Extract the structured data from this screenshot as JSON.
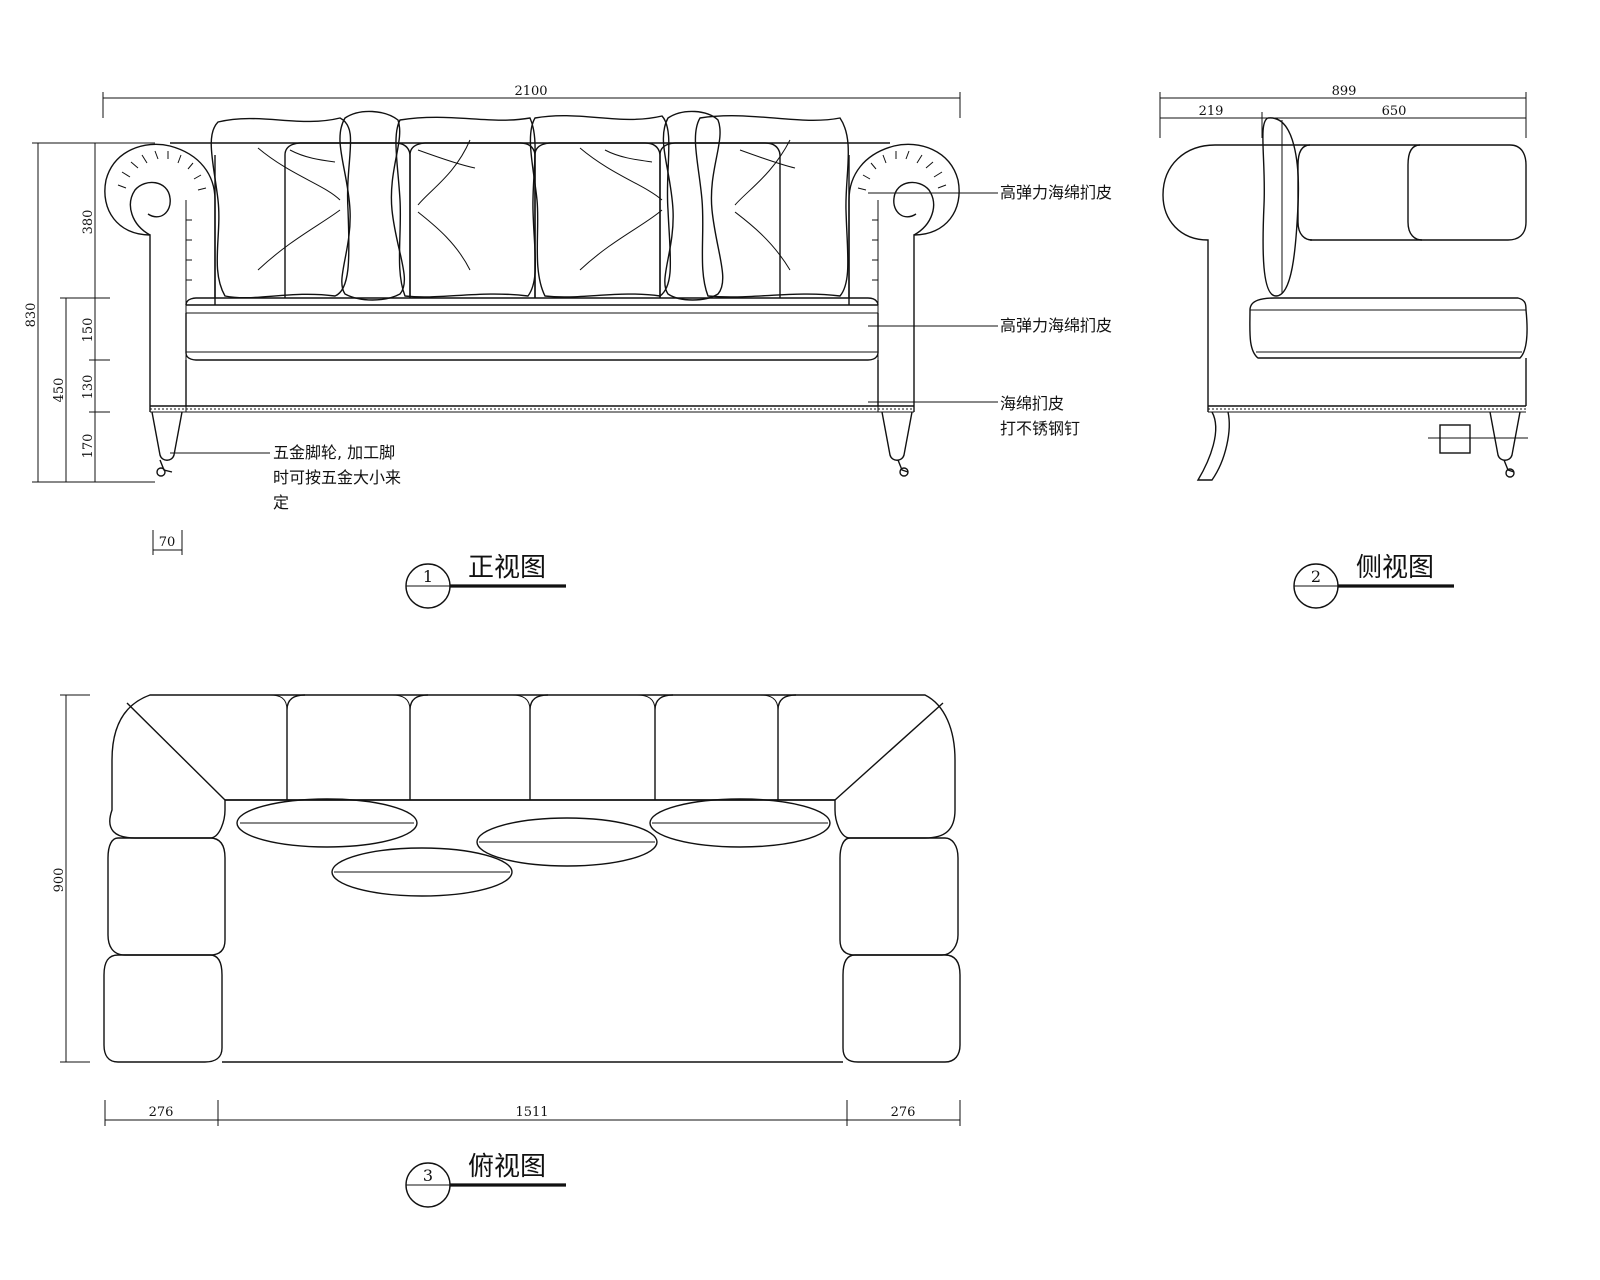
{
  "front_view": {
    "title": "正视图",
    "number": "1",
    "dims": {
      "overall_width": "2100",
      "overall_height": "830",
      "back_height": "380",
      "seat_total": "450",
      "seat_cushion": "150",
      "seat_base": "130",
      "leg_height": "170",
      "leg_offset": "70"
    },
    "notes": {
      "back_cushion": "高弹力海绵扪皮",
      "seat_cushion": "高弹力海绵扪皮",
      "base_line1": "海绵扪皮",
      "base_line2": "打不锈钢钉",
      "caster_line1": "五金脚轮, 加工脚",
      "caster_line2": "时可按五金大小来",
      "caster_line3": "定"
    }
  },
  "side_view": {
    "title": "侧视图",
    "number": "2",
    "dims": {
      "overall_depth": "899",
      "arm_part": "219",
      "seat_part": "650"
    }
  },
  "top_view": {
    "title": "俯视图",
    "number": "3",
    "dims": {
      "depth": "900",
      "left_arm": "276",
      "seat_width": "1511",
      "right_arm": "276"
    }
  }
}
